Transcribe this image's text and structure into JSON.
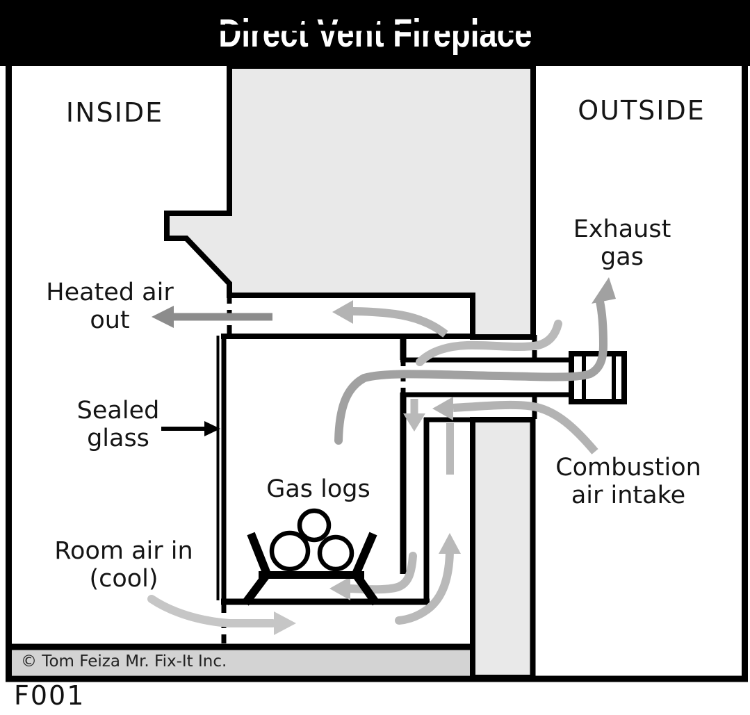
{
  "header": {
    "title": "Direct Vent Fireplace"
  },
  "zones": {
    "inside": "INSIDE",
    "outside": "OUTSIDE"
  },
  "labels": {
    "heated_air_out": {
      "line1": "Heated air",
      "line2": "out"
    },
    "exhaust_gas": {
      "line1": "Exhaust",
      "line2": "gas"
    },
    "sealed_glass": {
      "line1": "Sealed",
      "line2": "glass"
    },
    "gas_logs": "Gas logs",
    "room_air_in": {
      "line1": "Room air in",
      "line2": "(cool)"
    },
    "combustion_air_intake": {
      "line1": "Combustion",
      "line2": "air intake"
    }
  },
  "footer": {
    "copyright": "© Tom Feiza Mr. Fix-It Inc.",
    "code": "F001"
  },
  "colors": {
    "header_bg": "#000000",
    "title_color": "#ffffff",
    "line_color": "#000000",
    "wall_fill": "#e9e9e9",
    "footer_bar_fill": "#d3d3d3",
    "arrow_dark": "#8c8c8c",
    "arrow_medium": "#a1a1a1",
    "arrow_light": "#b9b9b9",
    "arrow_lighter": "#c6c6c6"
  },
  "icons": {
    "flow_arrows": [
      "heated-air-out-arrow",
      "heated-air-channel-arrow",
      "exhaust-gas-arrow",
      "combustion-intake-arrow",
      "combustion-down-arrow",
      "room-air-riser-arrow",
      "room-air-up-arrow",
      "combustion-enter-arrow",
      "room-air-in-arrow"
    ]
  }
}
